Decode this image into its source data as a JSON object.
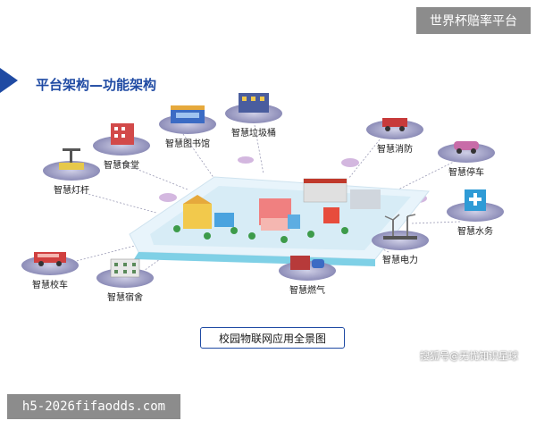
{
  "header": {
    "badge": "世界杯赔率平台"
  },
  "section": {
    "title": "平台架构—功能架构"
  },
  "diagram": {
    "caption": "校园物联网应用全景图",
    "nodes": [
      {
        "key": "lamp",
        "label": "智慧灯杆",
        "color": "#d9b23a"
      },
      {
        "key": "canteen",
        "label": "智慧食堂",
        "color": "#d24a4a"
      },
      {
        "key": "library",
        "label": "智慧图书馆",
        "color": "#3b6bc4"
      },
      {
        "key": "trash",
        "label": "智慧垃圾桶",
        "color": "#4a5d9e"
      },
      {
        "key": "fire",
        "label": "智慧消防",
        "color": "#c73a3a"
      },
      {
        "key": "parking",
        "label": "智慧停车",
        "color": "#c86ca8"
      },
      {
        "key": "water",
        "label": "智慧水务",
        "color": "#2f9bd6"
      },
      {
        "key": "power",
        "label": "智慧电力",
        "color": "#8a8a8a"
      },
      {
        "key": "gas",
        "label": "智慧燃气",
        "color": "#b73a3a"
      },
      {
        "key": "bus",
        "label": "智慧校车",
        "color": "#d04040"
      },
      {
        "key": "dorm",
        "label": "智慧宿舍",
        "color": "#5a8a5a"
      }
    ]
  },
  "footer": {
    "watermark": "搜狐号@无忧知识星球",
    "badge": "h5-2026fifaodds.com"
  }
}
